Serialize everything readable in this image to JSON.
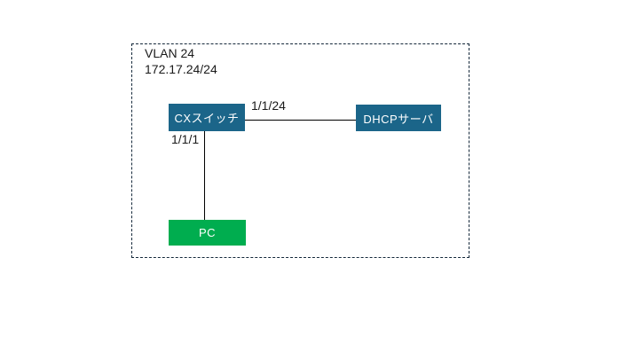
{
  "diagram": {
    "vlan": {
      "name": "VLAN 24",
      "subnet": "172.17.24/24"
    },
    "nodes": {
      "cx_switch": {
        "label": "CXスイッチ",
        "type": "switch"
      },
      "dhcp_server": {
        "label": "DHCPサーバ",
        "type": "server"
      },
      "pc": {
        "label": "PC",
        "type": "client"
      }
    },
    "links": {
      "switch_to_dhcp": {
        "port_label": "1/1/24"
      },
      "switch_to_pc": {
        "port_label": "1/1/1"
      }
    },
    "colors": {
      "switch_fill": "#1b6589",
      "server_fill": "#1b6589",
      "pc_fill": "#00ad4f",
      "boundary_dash": "#14283a",
      "link_line": "#000000",
      "label_text": "#1a1a1a"
    }
  }
}
